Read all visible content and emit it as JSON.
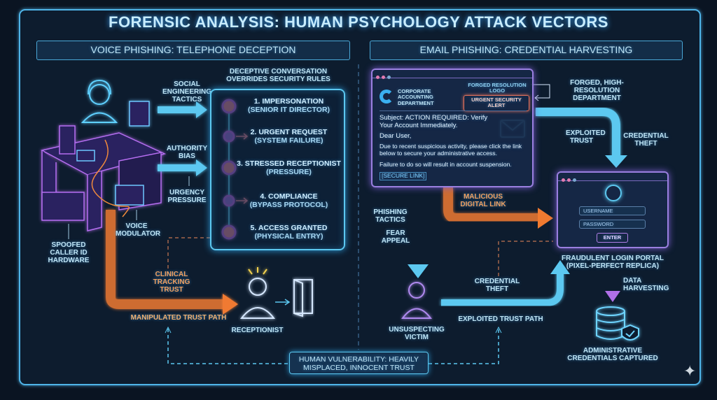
{
  "title": "Forensic Analysis: Human Psychology Attack Vectors",
  "left": {
    "header": "Voice Phishing: Telephone Deception",
    "tactics": [
      "Social Engineering Tactics",
      "Authority Bias",
      "Urgency Pressure"
    ],
    "hardware": [
      "Voice Modulator",
      "Spoofed Caller ID Hardware"
    ],
    "steps_title": "Deceptive Conversation Overrides Security Rules",
    "steps": [
      {
        "label": "1. Impersonation",
        "sub": "(Senior IT Director)"
      },
      {
        "label": "2. Urgent Request",
        "sub": "(System Failure)"
      },
      {
        "label": "3. Stressed Receptionist",
        "sub": "(Pressure)"
      },
      {
        "label": "4. Compliance",
        "sub": "(Bypass Protocol)"
      },
      {
        "label": "5. Access Granted",
        "sub": "(Physical Entry)"
      }
    ],
    "clinical": "Clinical Tracking Trust",
    "path": "Manipulated Trust Path",
    "receptionist": "Receptionist"
  },
  "right": {
    "header": "Email Phishing: Credential Harvesting",
    "email": {
      "logo_note": "Forged Resolution Logo",
      "company": "Corporate Accounting Department",
      "alert": "Urgent Security Alert",
      "subject": "Subject: ACTION REQUIRED: Verify Your Account Immediately.",
      "greeting": "Dear User,",
      "body": "Due to recent suspicious activity, please click the link below to secure your administrative access.",
      "warning": "Failure to do so will result in account suspension.",
      "link": "[SECURE LINK]"
    },
    "forged": "Forged, High-Resolution Department",
    "exploited": "Exploited Trust",
    "cred_theft_top": "Credential Theft",
    "malicious": "Malicious Digital Link",
    "phishing": "Phishing Tactics",
    "fear": "Fear Appeal",
    "victim": "Unsuspecting Victim",
    "cred_theft": "Credential Theft",
    "path": "Exploited Trust Path",
    "login": {
      "username": "Username",
      "password": "Password",
      "enter": "Enter"
    },
    "portal": "Fraudulent Login Portal (Pixel-Perfect Replica)",
    "harvest": "Data Harvesting",
    "captured": "Administrative Credentials Captured"
  },
  "footer": "Human Vulnerability: Heavily Misplaced, Innocent Trust"
}
